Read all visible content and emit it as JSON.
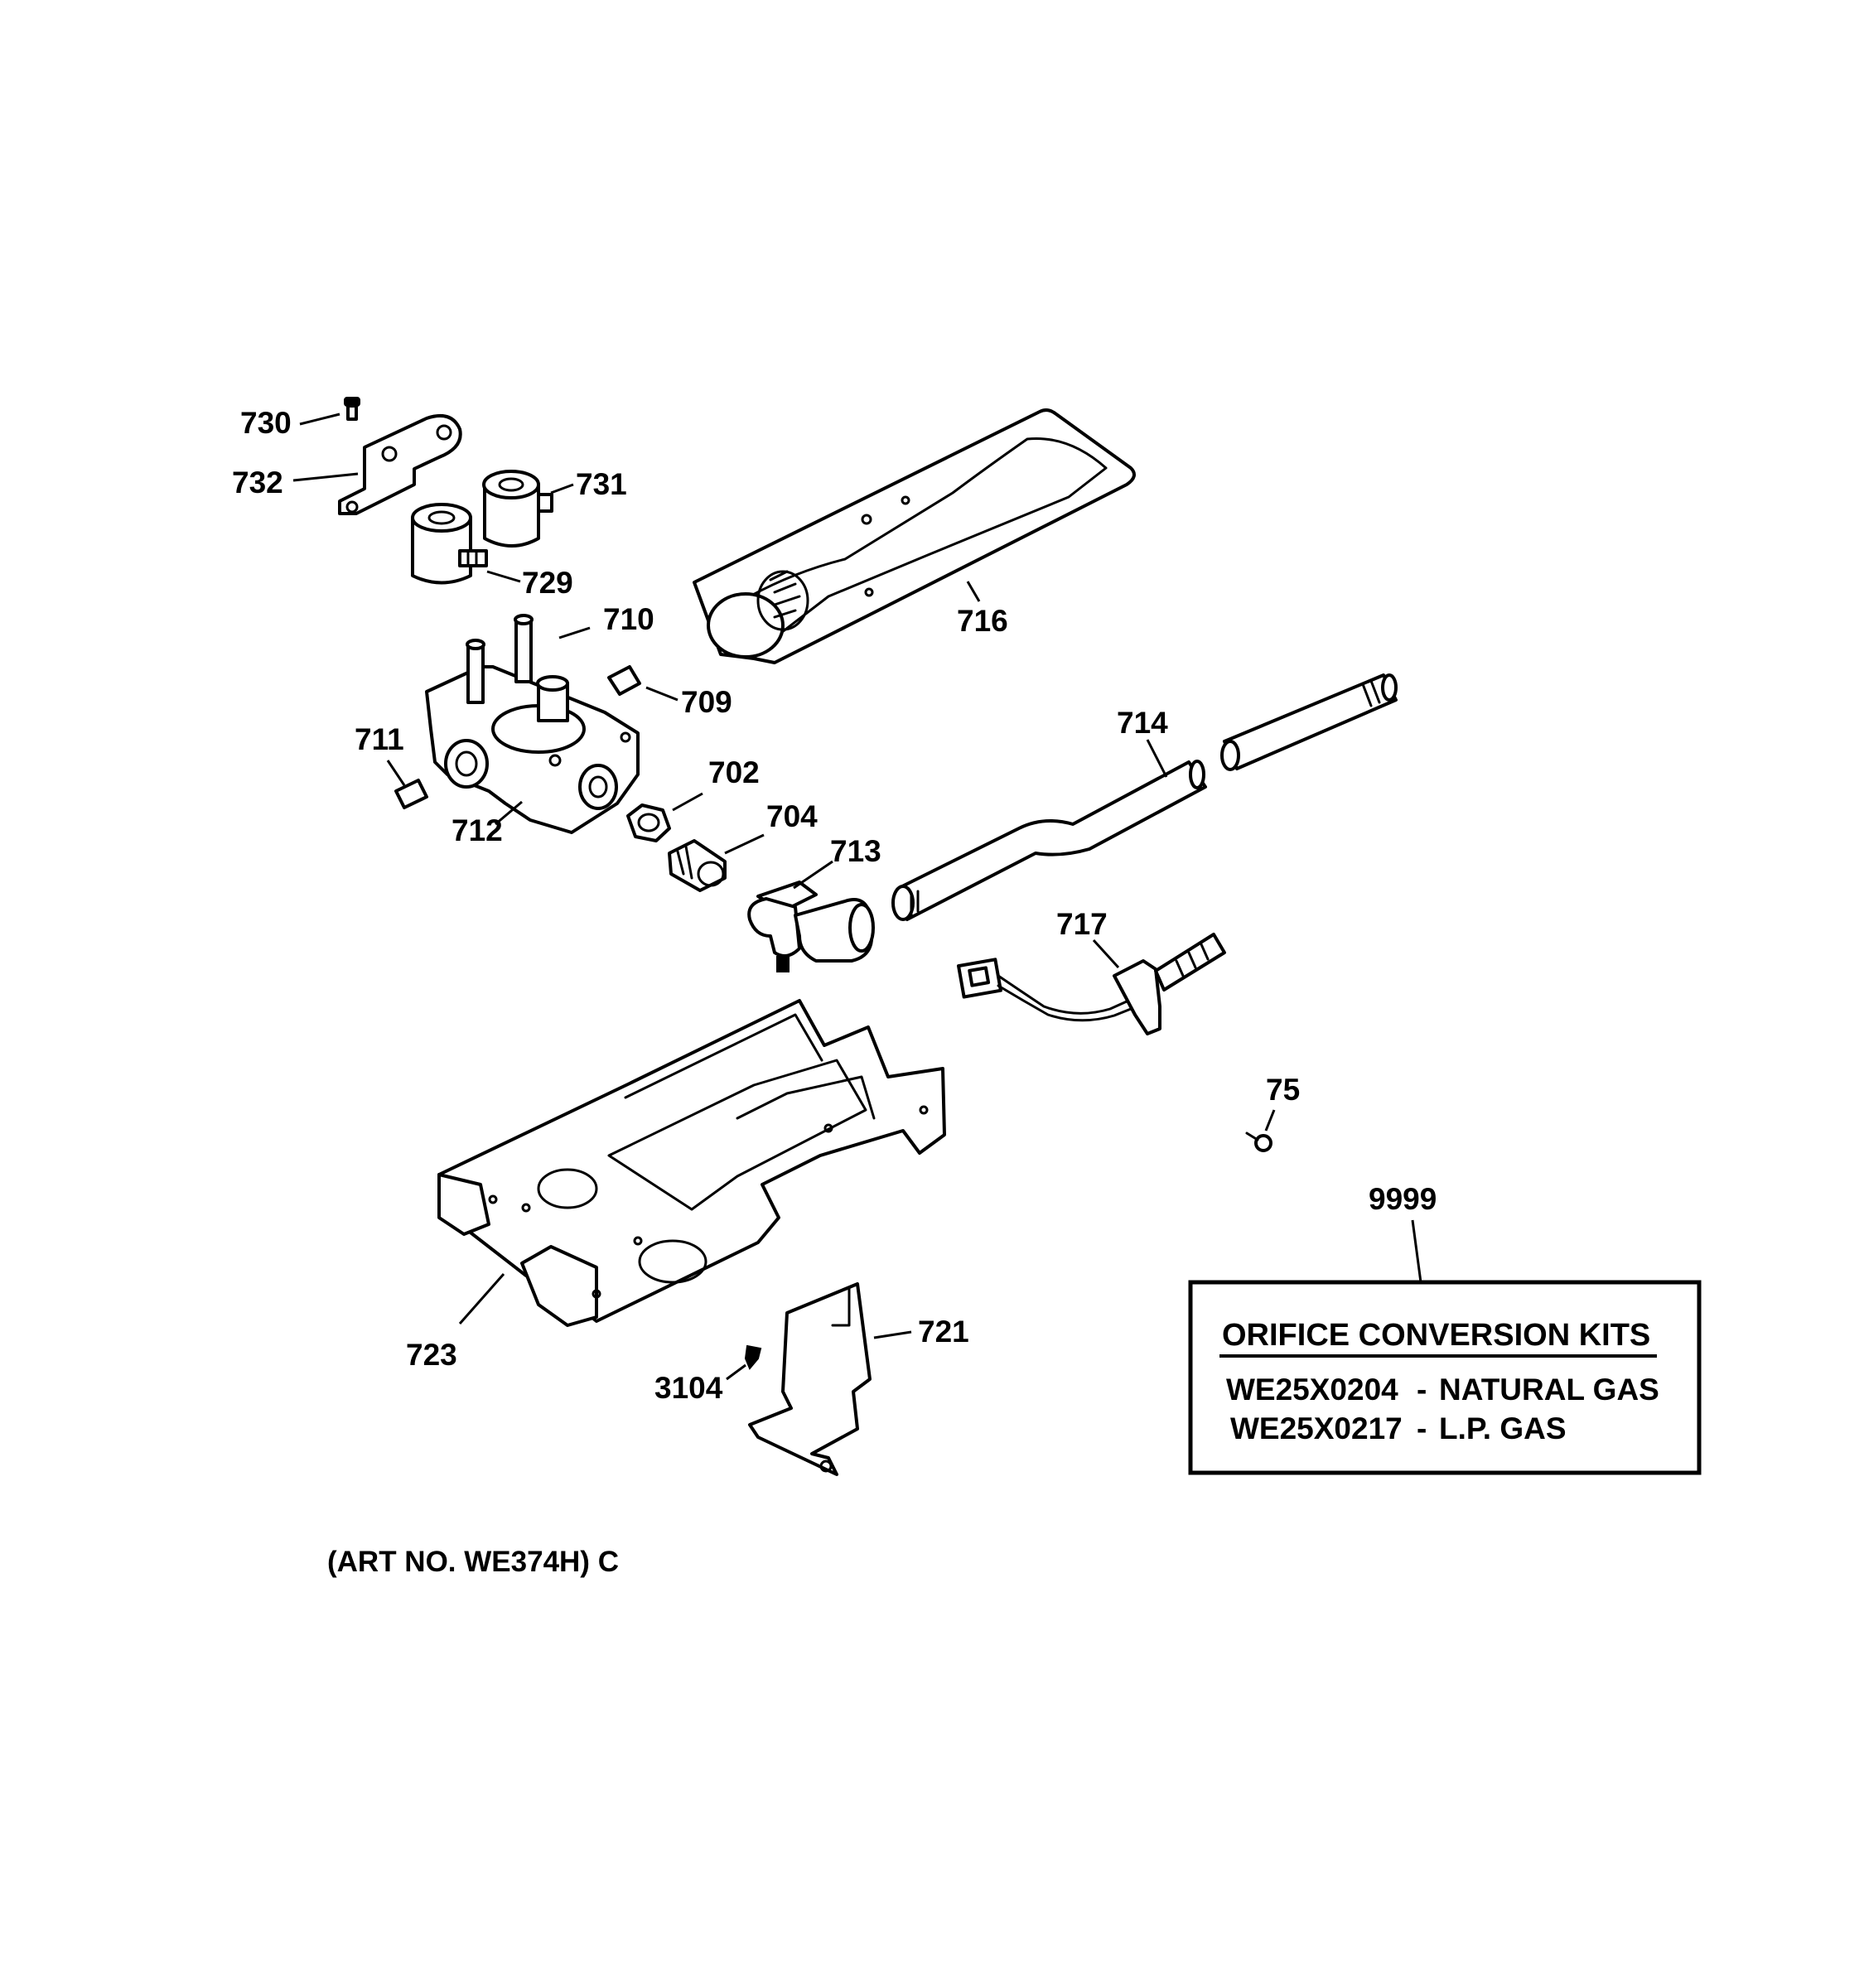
{
  "diagram": {
    "part_labels": {
      "p730": "730",
      "p732": "732",
      "p731": "731",
      "p729": "729",
      "p716": "716",
      "p710": "710",
      "p709": "709",
      "p711": "711",
      "p712": "712",
      "p702": "702",
      "p704": "704",
      "p713": "713",
      "p714": "714",
      "p717": "717",
      "p75": "75",
      "p9999": "9999",
      "p723": "723",
      "p721": "721",
      "p3104": "3104"
    },
    "kit_box": {
      "title": "ORIFICE CONVERSION KITS",
      "line1_code": "WE25X0204",
      "line1_desc": "NATURAL GAS",
      "line2_code": "WE25X0217",
      "line2_desc": "L.P. GAS",
      "separator": "-"
    },
    "art_number": "(ART NO. WE374H) C"
  }
}
